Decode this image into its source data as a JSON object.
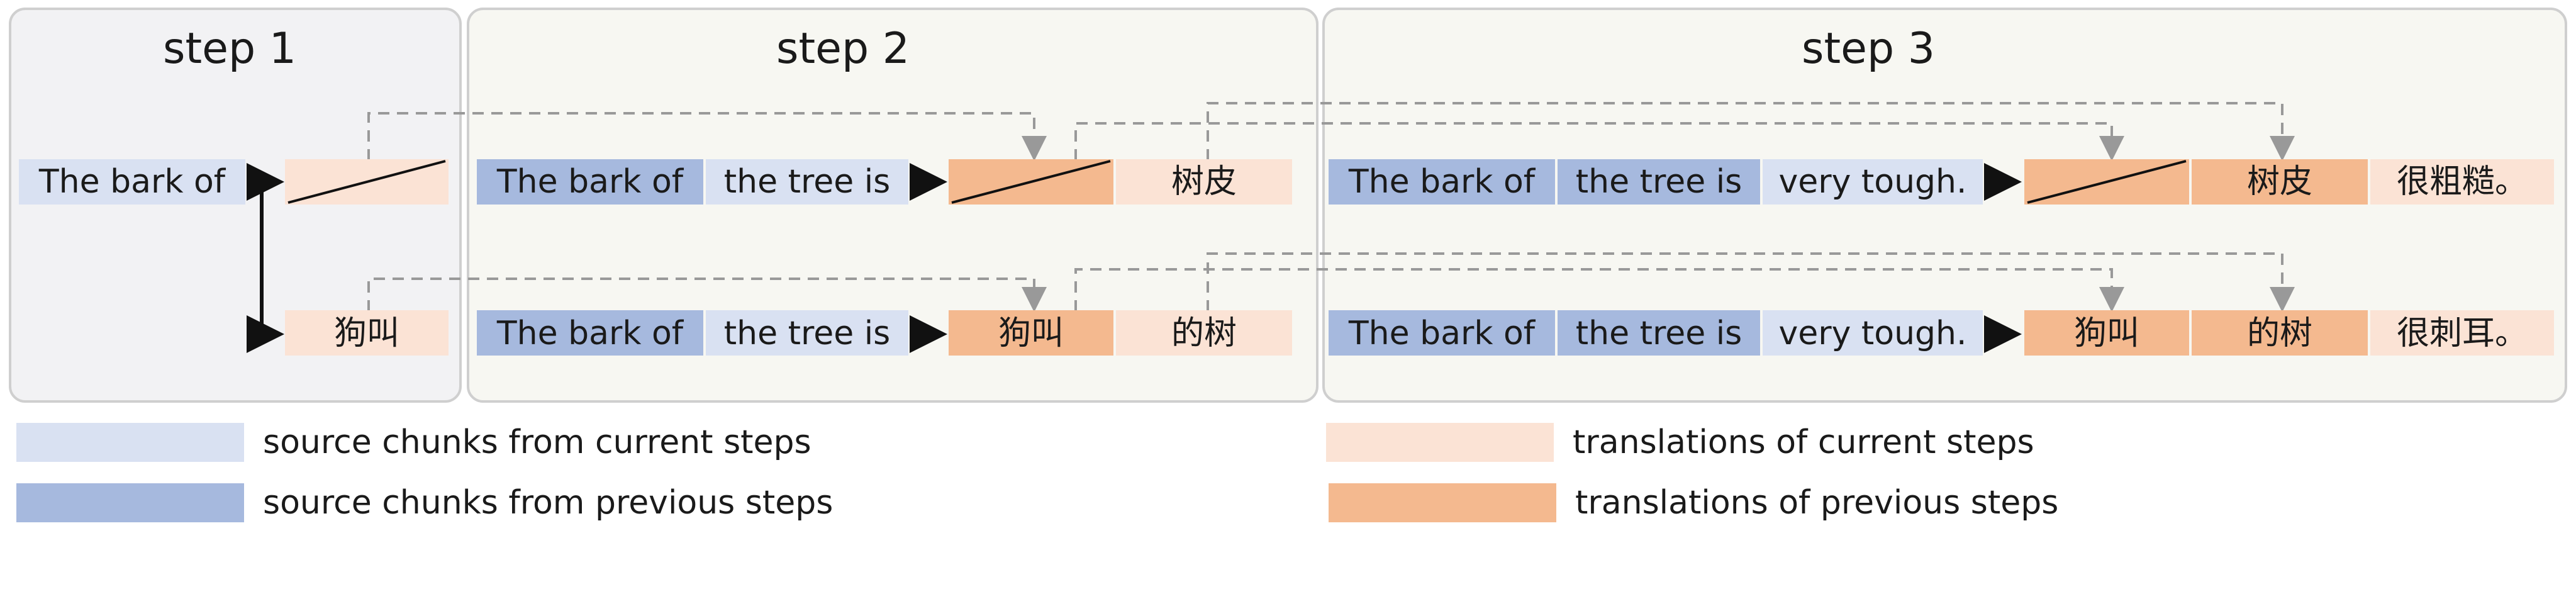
{
  "colors": {
    "src_current": "#d9e1f2",
    "src_previous": "#a6b9de",
    "tgt_current": "#fbe3d5",
    "tgt_previous": "#f4b98f",
    "panel_step1": "#f2f2f4",
    "panel_other": "#f7f7f2",
    "panel_border": "#cfcfcf",
    "arrow_solid": "#111111",
    "arrow_dashed": "#999999"
  },
  "panels": {
    "step1": {
      "title": "step 1"
    },
    "step2": {
      "title": "step 2"
    },
    "step3": {
      "title": "step 3"
    }
  },
  "step1": {
    "source": "The bark of",
    "target_bottom": "狗叫"
  },
  "step2": {
    "top": {
      "src1": "The bark of",
      "src2": "the tree is",
      "tgt2": "树皮"
    },
    "bottom": {
      "src1": "The bark of",
      "src2": "the tree is",
      "tgt1": "狗叫",
      "tgt2": "的树"
    }
  },
  "step3": {
    "top": {
      "src1": "The bark of",
      "src2": "the tree is",
      "src3": "very tough.",
      "tgt2": "树皮",
      "tgt3": "很粗糙。"
    },
    "bottom": {
      "src1": "The bark of",
      "src2": "the tree is",
      "src3": "very tough.",
      "tgt1": "狗叫",
      "tgt2": "的树",
      "tgt3": "很刺耳。"
    }
  },
  "legend": {
    "src_current": "source chunks from current steps",
    "src_previous": "source chunks from previous steps",
    "tgt_current": "translations of current steps",
    "tgt_previous": "translations of previous steps"
  }
}
